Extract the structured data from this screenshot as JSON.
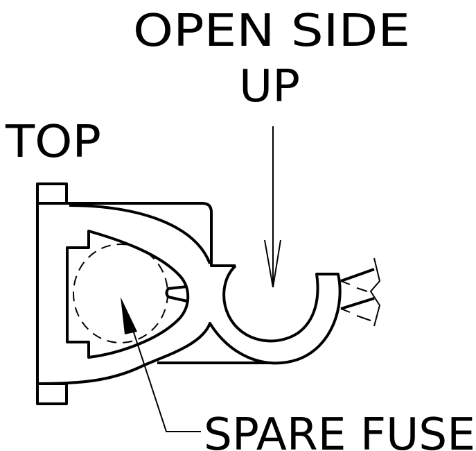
{
  "labels": {
    "open_side_line1": "OPEN SIDE",
    "open_side_line2": "UP",
    "top": "TOP",
    "spare_fuse": "SPARE FUSE"
  }
}
